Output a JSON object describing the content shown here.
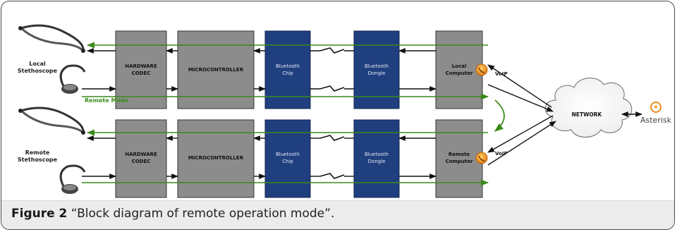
{
  "caption": {
    "figure_label": "Figure 2",
    "title": "“Block diagram of remote operation mode”."
  },
  "labels": {
    "local_stethoscope_line1": "Local",
    "local_stethoscope_line2": "Stethoscope",
    "remote_stethoscope_line1": "Remote",
    "remote_stethoscope_line2": "Stethoscope",
    "remote_mode": "Remote Mode",
    "voip_top": "VoIP",
    "voip_bottom": "VoIP",
    "network": "NETWORK",
    "asterisk": "Asterisk"
  },
  "blocks": {
    "top_codec_line1": "HARDWARE",
    "top_codec_line2": "CODEC",
    "top_micro": "MICROCONTROLLER",
    "top_bt_chip_line1": "Bluetooth",
    "top_bt_chip_line2": "Chip",
    "top_bt_dongle_line1": "Bluetooth",
    "top_bt_dongle_line2": "Dongle",
    "top_computer_line1": "Local",
    "top_computer_line2": "Computer",
    "bottom_codec_line1": "HARDWARE",
    "bottom_codec_line2": "CODEC",
    "bottom_micro": "MICROCONTROLLER",
    "bottom_bt_chip_line1": "Bluetooth",
    "bottom_bt_chip_line2": "Chip",
    "bottom_bt_dongle_line1": "Bluetooth",
    "bottom_bt_dongle_line2": "Dongle",
    "bottom_computer_line1": "Remote",
    "bottom_computer_line2": "Computer"
  },
  "colors": {
    "gray_block": "#8c8c8c",
    "blue_block": "#1f3f7f",
    "green_path": "#3a8a1a",
    "asterisk_orange": "#f08a1e"
  },
  "icons": {
    "stethoscope": "stethoscope-icon",
    "voip_badge": "voip-phone-icon",
    "network": "cloud-icon",
    "asterisk_logo": "asterisk-logo-icon"
  }
}
